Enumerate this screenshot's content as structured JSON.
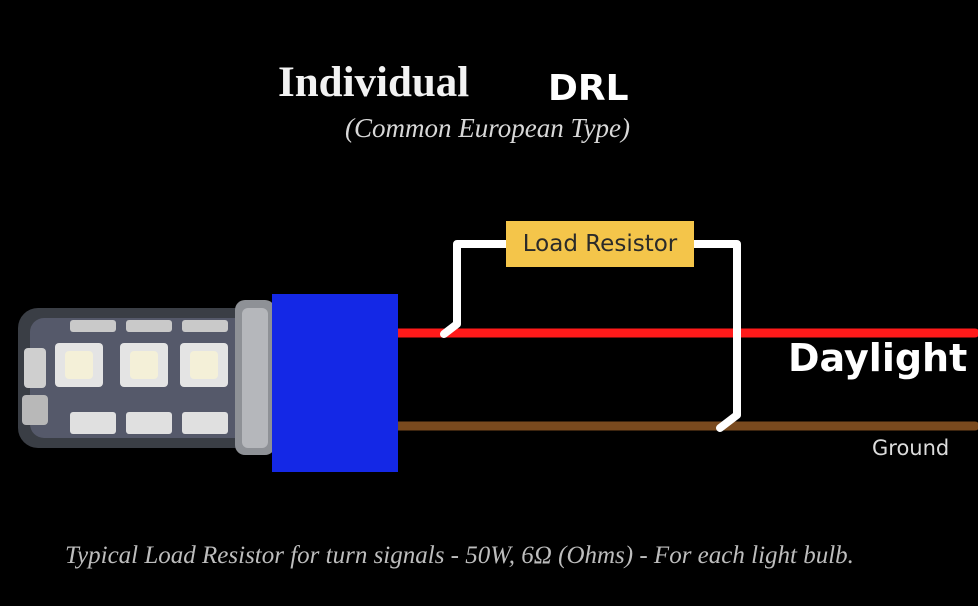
{
  "title": {
    "main": "Individual",
    "highlight": "DRL"
  },
  "subtitle": "(Common European Type)",
  "resistor": {
    "label": "Load Resistor"
  },
  "wires": {
    "daylight_label": "Daylight",
    "ground_label": "Ground",
    "daylight_color": "#ff1a1a",
    "ground_color": "#7a4a1e",
    "jumper_color": "#ffffff"
  },
  "socket_color": "#1428e6",
  "footer": "Typical Load Resistor for turn signals - 50W, 6Ω  (Ohms) - For each light bulb."
}
